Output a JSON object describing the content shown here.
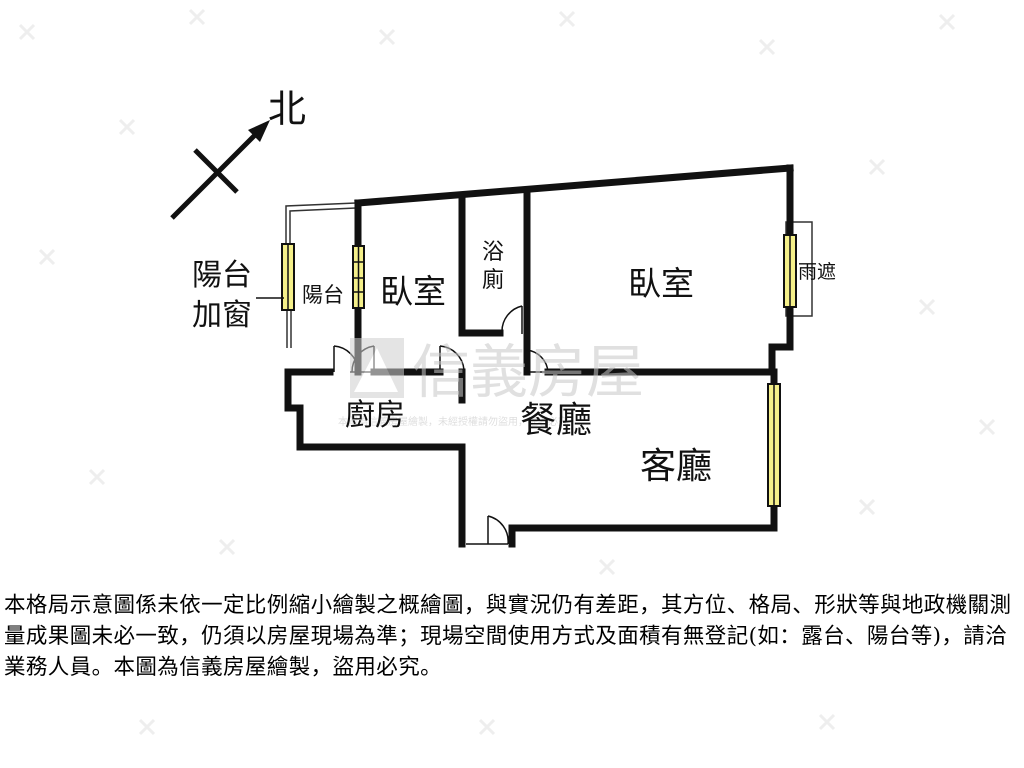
{
  "compass": {
    "north_label": "北"
  },
  "rooms": {
    "balcony_window_line1": "陽台",
    "balcony_window_line2": "加窗",
    "balcony": "陽台",
    "bedroom_small": "臥室",
    "bath_line1": "浴",
    "bath_line2": "廁",
    "bedroom_large": "臥室",
    "rain_shelter": "雨遮",
    "kitchen": "廚房",
    "dining": "餐廳",
    "living": "客廳"
  },
  "watermark": {
    "brand": "信義房屋",
    "notice": "本圖為信義房屋繪製，未經授權請勿盜用，違者必究"
  },
  "disclaimer": "本格局示意圖係未依一定比例縮小繪製之概繪圖，與實況仍有差距，其方位、格局、形狀等與地政機關測量成果圖未必一致，仍須以房屋現場為準；現場空間使用方式及面積有無登記(如：露台、陽台等)，請洽業務人員。本圖為信義房屋繪製，盜用必究。",
  "colors": {
    "wall": "#111111",
    "window_fill": "#f5f08a",
    "watermark": "#c8c8c8"
  }
}
